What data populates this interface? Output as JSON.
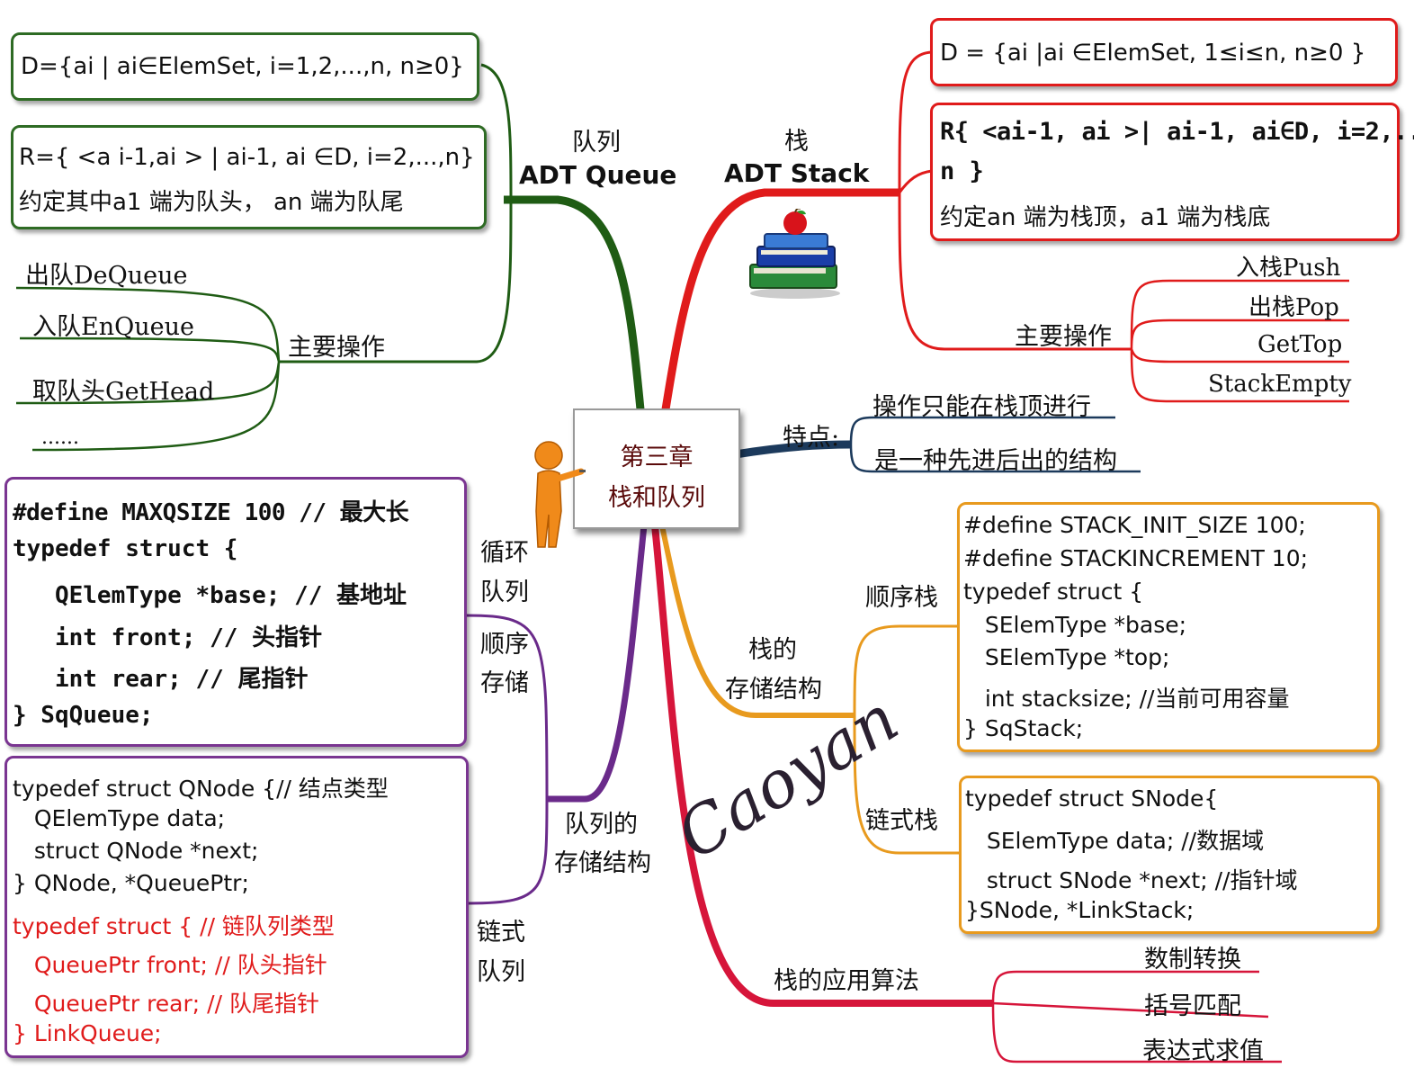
{
  "center": {
    "line1": "第三章",
    "line2": "栈和队列"
  },
  "queue": {
    "label_cn": "队列",
    "label_en": "ADT Queue",
    "data_def": "D={ai | ai∈ElemSet, i=1,2,...,n, n≥0}",
    "relation_def": "R={ <a i-1,ai > | ai-1, ai ∈D, i=2,...,n}",
    "convention": "约定其中a1 端为队头， an 端为队尾",
    "ops_label": "主要操作",
    "ops": [
      "出队DeQueue",
      "入队EnQueue",
      "取队头GetHead",
      "......"
    ]
  },
  "stack": {
    "label_cn": "栈",
    "label_en": "ADT Stack",
    "data_def": "D = {ai |ai ∈ElemSet, 1≤i≤n, n≥0 }",
    "relation_line1": "R{ <ai-1, ai >| ai-1, ai∈D, i=2,...,",
    "relation_line2": "n }",
    "convention": "约定an 端为栈顶，a1 端为栈底",
    "ops_label": "主要操作",
    "ops": [
      "入栈Push",
      "出栈Pop",
      "GetTop",
      "StackEmpty"
    ]
  },
  "features": {
    "label": "特点:",
    "items": [
      "操作只能在栈顶进行",
      "是一种先进后出的结构"
    ]
  },
  "stack_storage": {
    "label_line1": "栈的",
    "label_line2": "存储结构",
    "seq_label": "顺序栈",
    "seq_code": [
      "#define STACK_INIT_SIZE 100;",
      "#define STACKINCREMENT 10;",
      "typedef struct {",
      "   SElemType *base;",
      "   SElemType *top;",
      "   int stacksize; //当前可用容量",
      "} SqStack;"
    ],
    "link_label": "链式栈",
    "link_code": [
      "typedef struct SNode{",
      "   SElemType data; //数据域",
      "   struct SNode *next; //指针域",
      "}SNode, *LinkStack;"
    ]
  },
  "stack_apps": {
    "label": "栈的应用算法",
    "items": [
      "数制转换",
      "括号匹配",
      "表达式求值"
    ]
  },
  "queue_storage": {
    "label_line1": "队列的",
    "label_line2": "存储结构",
    "circular_label_line1": "循环",
    "circular_label_line2": "队列",
    "seq_label_line1": "顺序",
    "seq_label_line2": "存储",
    "seq_code": [
      "#define MAXQSIZE 100 // 最大长",
      "typedef struct {",
      "   QElemType *base; // 基地址",
      "   int front; // 头指针",
      "   int rear; // 尾指针",
      "} SqQueue;"
    ],
    "link_label_line1": "链式",
    "link_label_line2": "队列",
    "link_code_black": [
      "typedef struct QNode {// 结点类型",
      "   QElemType data;",
      "   struct QNode *next;",
      "} QNode, *QueuePtr;"
    ],
    "link_code_red": [
      "typedef struct { // 链队列类型",
      "   QueuePtr front; // 队头指针",
      "   QueuePtr rear; // 队尾指针",
      "} LinkQueue;"
    ]
  },
  "signature": "Caoyan",
  "colors": {
    "queue_branch": "#1f5c14",
    "stack_branch": "#e01b1b",
    "feature_branch": "#1c3a5c",
    "storage_branch": "#e89a1e",
    "queue_storage_branch": "#6a2a8a",
    "app_branch": "#d6153a",
    "code_red": "#e01b1b"
  }
}
